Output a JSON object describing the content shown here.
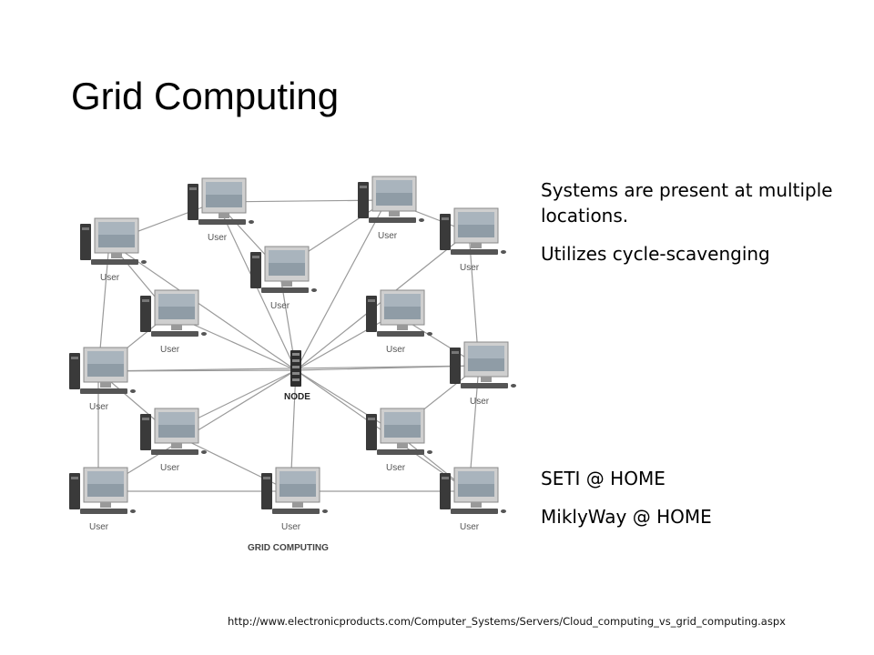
{
  "slide": {
    "title": "Grid Computing",
    "bullets_top": [
      "Systems are present at multiple locations.",
      "Utilizes cycle-scavenging"
    ],
    "bullets_bottom": [
      "SETI @ HOME",
      "MiklyWay @ HOME"
    ],
    "source_url": "http://www.electronicproducts.com/Computer_Systems/Servers/Cloud_computing_vs_grid_computing.aspx"
  },
  "diagram": {
    "caption": "GRID COMPUTING",
    "node_label": "NODE",
    "user_label": "User",
    "colors": {
      "line": "#9a9a9a",
      "screen": "#a9b4bd",
      "monitor": "#cfcfcf",
      "tower": "#3a3a3a"
    }
  }
}
